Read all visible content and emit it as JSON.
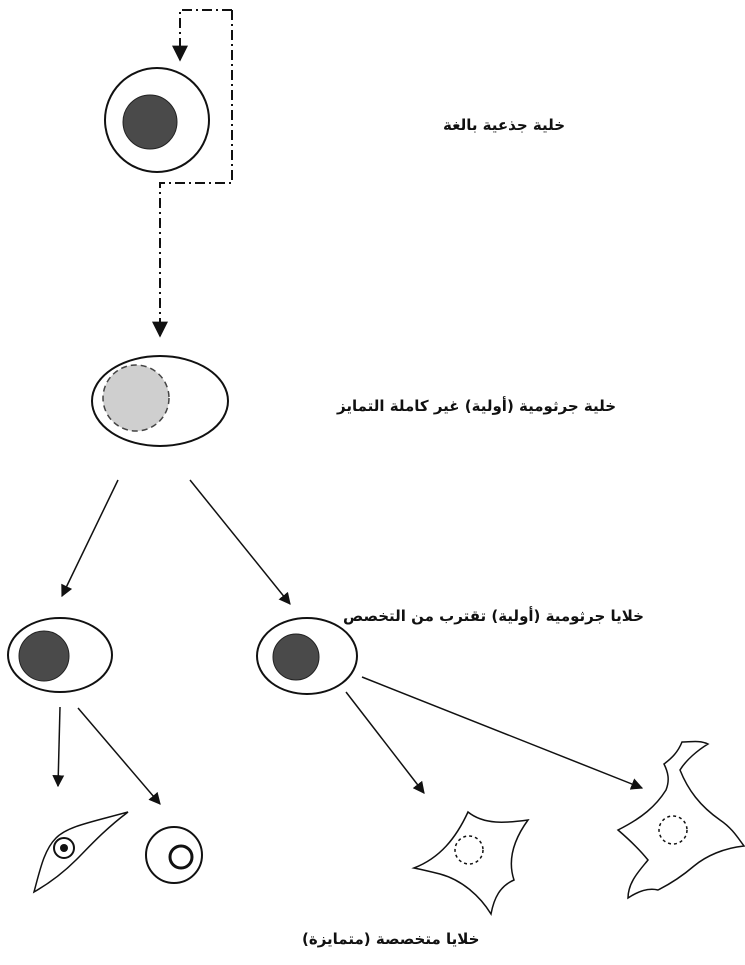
{
  "labels": {
    "stem_cell": "خلية جذعية بالغة",
    "progenitor": "خلية جرثومية (أولية) غير كاملة التمايز",
    "committed": "خلايا جرثومية (أولية) تقترب من التخصص",
    "specialized": "خلايا متخصصة (متمايزة)"
  },
  "colors": {
    "line": "#111111",
    "nucleus_dark": "#4a4a4a",
    "nucleus_light": "#cfcfcf",
    "background": "#ffffff"
  }
}
